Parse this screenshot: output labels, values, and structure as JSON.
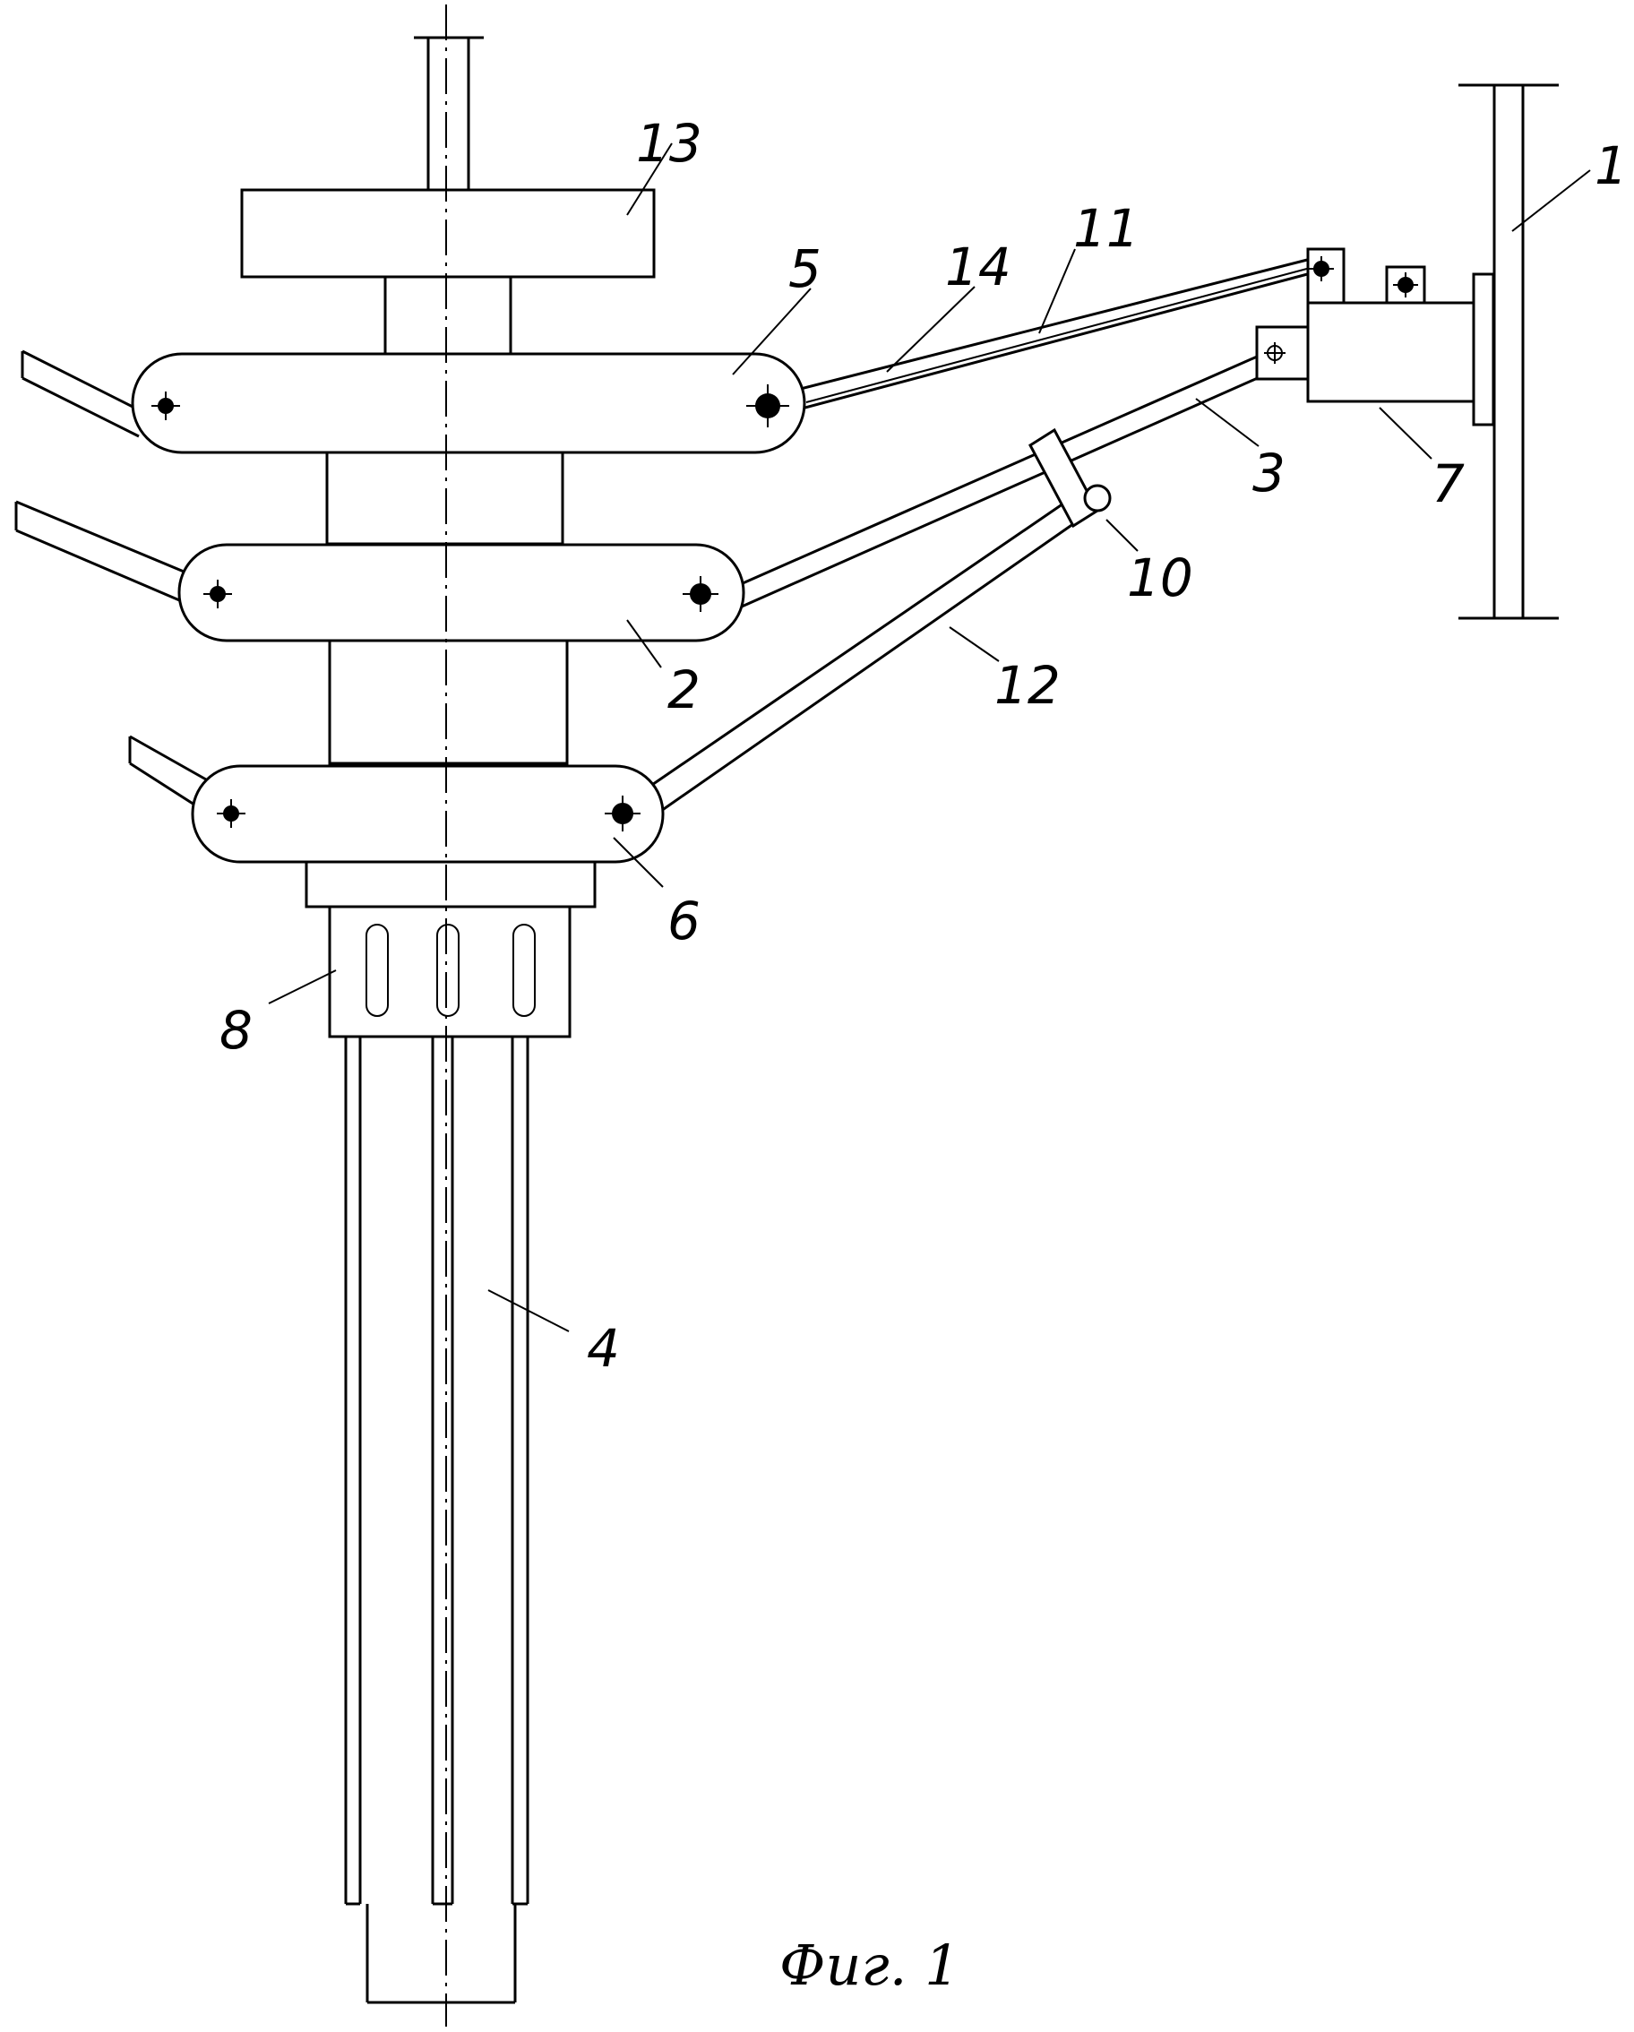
{
  "labels": {
    "l1": "1",
    "l2": "2",
    "l3": "3",
    "l4": "4",
    "l5": "5",
    "l6": "6",
    "l7": "7",
    "l8": "8",
    "l10": "10",
    "l11": "11",
    "l12": "12",
    "l13": "13",
    "l14": "14"
  },
  "caption": "Фиг. 1"
}
